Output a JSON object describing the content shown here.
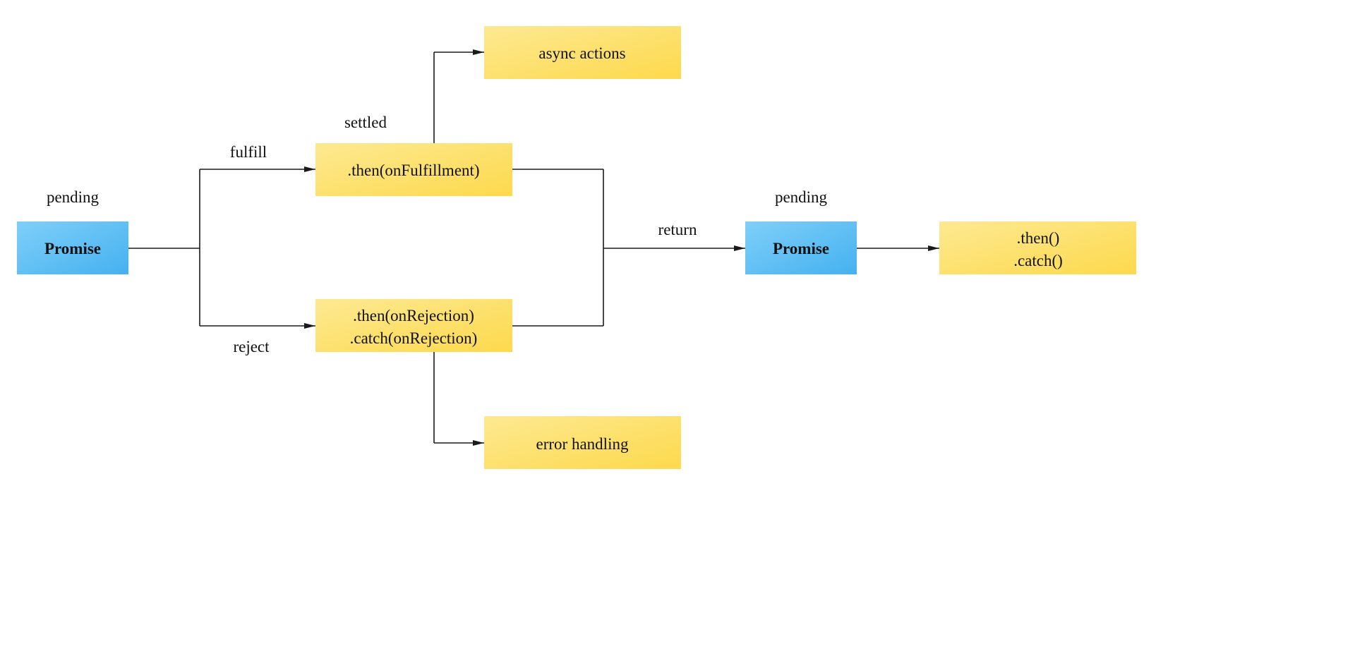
{
  "colors": {
    "state_box": "#5bbdf5",
    "handler_box": "#fddf6a",
    "line": "#1a1a1a",
    "text": "#111111"
  },
  "nodes": {
    "promise_start": {
      "lines": [
        "Promise"
      ],
      "state": "pending"
    },
    "then_fulfillment": {
      "lines": [
        ".then(onFulfillment)"
      ],
      "state": "settled"
    },
    "then_rejection": {
      "lines": [
        ".then(onRejection)",
        ".catch(onRejection)"
      ]
    },
    "async_actions": {
      "lines": [
        "async actions"
      ]
    },
    "error_handling": {
      "lines": [
        "error handling"
      ]
    },
    "promise_return": {
      "lines": [
        "Promise"
      ],
      "state": "pending"
    },
    "then_catch": {
      "lines": [
        ".then()",
        ".catch()"
      ]
    }
  },
  "edges": {
    "fulfill": "fulfill",
    "reject": "reject",
    "return": "return"
  }
}
